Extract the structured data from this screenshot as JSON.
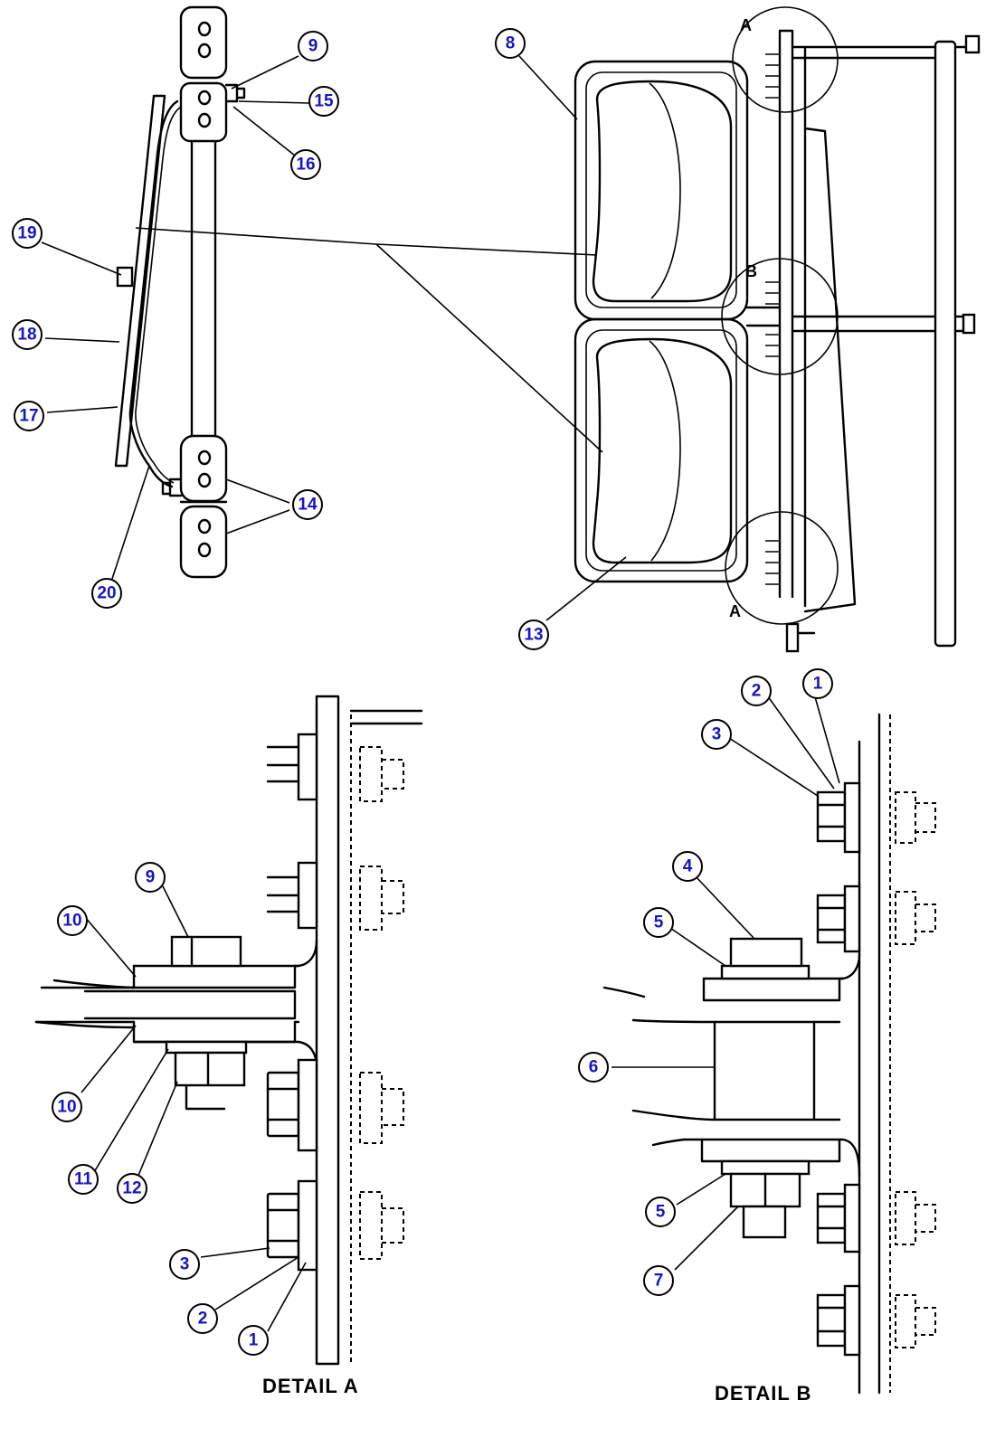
{
  "detail_labels": {
    "a": "A",
    "b": "B"
  },
  "detail_titles": {
    "a": "DETAIL  A",
    "b": "DETAIL  B"
  },
  "callouts": {
    "c1": "1",
    "c2": "2",
    "c3": "3",
    "c4": "4",
    "c5": "5",
    "c6": "6",
    "c7": "7",
    "c8": "8",
    "c9": "9",
    "c10": "10",
    "c11": "11",
    "c12": "12",
    "c13": "13",
    "c14": "14",
    "c15": "15",
    "c16": "16",
    "c17": "17",
    "c18": "18",
    "c19": "19",
    "c20": "20"
  }
}
